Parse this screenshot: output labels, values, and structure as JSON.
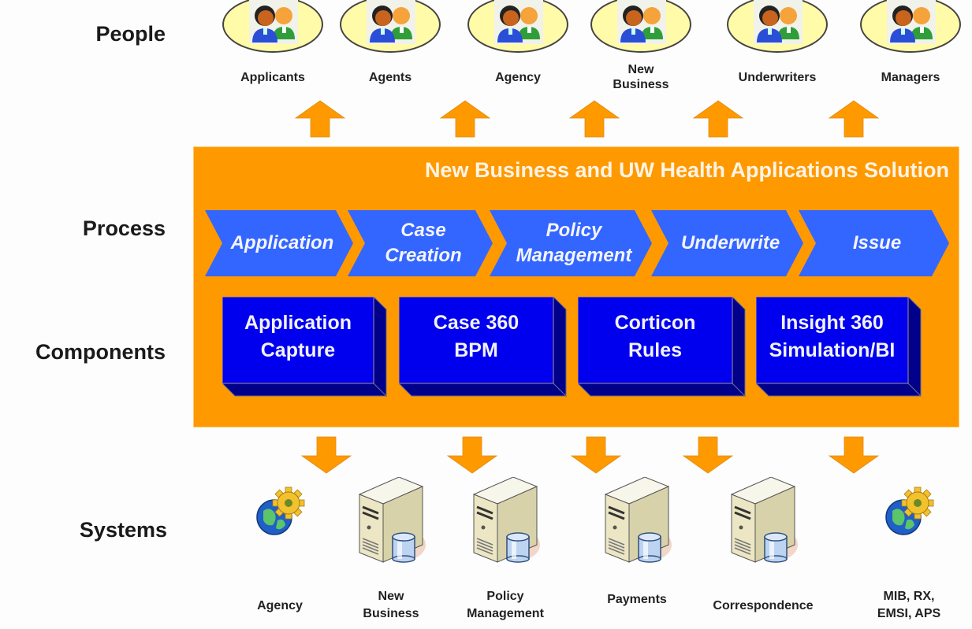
{
  "row_labels": {
    "people": "People",
    "process": "Process",
    "components": "Components",
    "systems": "Systems"
  },
  "people": [
    {
      "label": "Applicants",
      "icon": "people-icon"
    },
    {
      "label": "Agents",
      "icon": "people-icon"
    },
    {
      "label": "Agency",
      "icon": "people-icon"
    },
    {
      "label": "New\nBusiness",
      "icon": "people-icon"
    },
    {
      "label": "Underwriters",
      "icon": "people-icon"
    },
    {
      "label": "Managers",
      "icon": "people-icon"
    }
  ],
  "solution": {
    "title": "New Business and UW Health Applications Solution",
    "process_steps": [
      {
        "label": "Application"
      },
      {
        "label": "Case\nCreation"
      },
      {
        "label": "Policy\nManagement"
      },
      {
        "label": "Underwrite"
      },
      {
        "label": "Issue"
      }
    ],
    "components": [
      {
        "label": "Application\nCapture"
      },
      {
        "label": "Case 360\nBPM"
      },
      {
        "label": "Corticon\nRules"
      },
      {
        "label": "Insight 360\nSimulation/BI"
      }
    ]
  },
  "systems": [
    {
      "label": "Agency",
      "icon": "globe-gear-icon"
    },
    {
      "label": "New\nBusiness",
      "icon": "server-database-icon"
    },
    {
      "label": "Policy\nManagement",
      "icon": "server-database-icon"
    },
    {
      "label": "Payments",
      "icon": "server-database-icon"
    },
    {
      "label": "Correspondence",
      "icon": "server-database-icon"
    },
    {
      "label": "MIB, RX,\nEMSI, APS",
      "icon": "globe-gear-icon"
    }
  ],
  "colors": {
    "panel": "#ff9900",
    "arrow": "#ff9900",
    "chevron": "#3366ff",
    "component_face": "#0000ee",
    "component_side": "#00008b",
    "ellipse": "#fffba8"
  }
}
